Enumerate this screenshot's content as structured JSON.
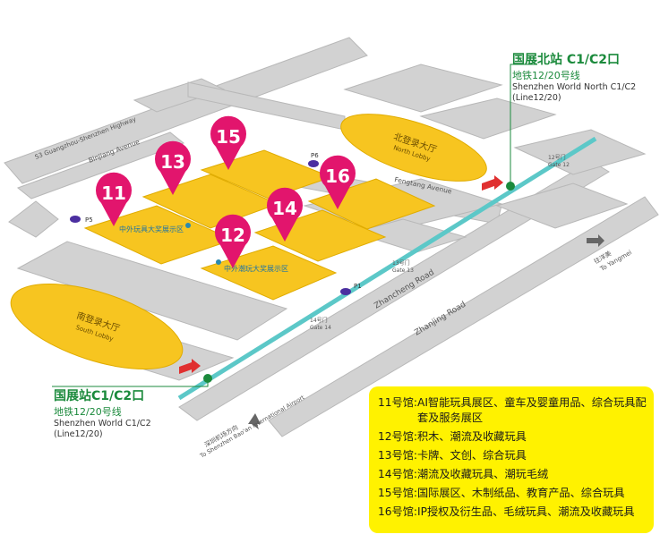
{
  "halls": [
    {
      "number": "11",
      "exhibit": "AI智能玩具展区、童车及婴童用品、综合玩具配套及服务展区"
    },
    {
      "number": "12",
      "exhibit": "积木、潮流及收藏玩具"
    },
    {
      "number": "13",
      "exhibit": "卡牌、文创、综合玩具"
    },
    {
      "number": "14",
      "exhibit": "潮流及收藏玩具、潮玩毛绒"
    },
    {
      "number": "15",
      "exhibit": "国际展区、木制纸品、教育产品、综合玩具"
    },
    {
      "number": "16",
      "exhibit": "IP授权及衍生品、毛绒玩具、潮流及收藏玩具"
    }
  ],
  "hall_suffix": "号馆:",
  "stations": {
    "north": {
      "name": "国展北站 C1/C2口",
      "line": "地铁12/20号线",
      "en1": "Shenzhen World North  C1/C2",
      "en2": "(Line12/20)"
    },
    "main": {
      "name": "国展站C1/C2口",
      "line": "地铁12/20号线",
      "en1": "Shenzhen World  C1/C2",
      "en2": "(Line12/20)"
    }
  },
  "lobbies": {
    "north": {
      "zh": "北登录大厅",
      "en": "North Lobby"
    },
    "south": {
      "zh": "南登录大厅",
      "en": "South Lobby"
    }
  },
  "awards": {
    "toy": "中外玩具大奖展示区",
    "trend": "中外潮玩大奖展示区"
  },
  "roads": {
    "highway": "S3 Guangzhou-Shenzhen Highway",
    "binjiang": "Binjiang Avenue",
    "fengtang": "Fengtang Avenue",
    "zhancheng": "Zhancheng Road",
    "zhanjing": "Zhanjing Road"
  },
  "gates": {
    "g12": {
      "zh": "12号门",
      "en": "Gate 12"
    },
    "g13": {
      "zh": "13号门",
      "en": "Gate 13"
    },
    "g14": {
      "zh": "14号门",
      "en": "Gate 14"
    }
  },
  "parking": [
    "P5",
    "P6",
    "P1"
  ],
  "directions": {
    "yangmei": {
      "zh": "往洋美",
      "en": "To Yangmei"
    },
    "airport": {
      "zh": "深圳机场方向",
      "en": "To Shenzhen Bao'an International Airport"
    }
  },
  "colors": {
    "hall": "#f7c520",
    "pin": "#e2156d",
    "rail": "#5cc8c8",
    "metro": "#1b8a3c",
    "legend_bg": "#fff200",
    "gray": "#c9c9c9"
  }
}
